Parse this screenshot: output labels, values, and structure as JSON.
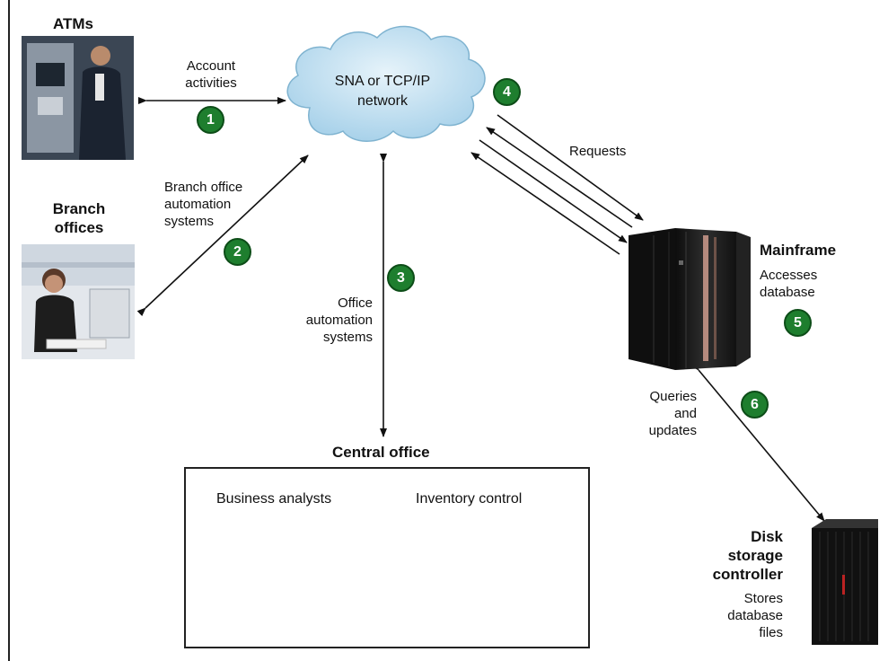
{
  "labels": {
    "atms": "ATMs",
    "branch_offices_1": "Branch",
    "branch_offices_2": "offices",
    "account_1": "Account",
    "account_2": "activities",
    "network_1": "SNA or TCP/IP",
    "network_2": "network",
    "branch_auto_1": "Branch office",
    "branch_auto_2": "automation",
    "branch_auto_3": "systems",
    "office_auto_1": "Office",
    "office_auto_2": "automation",
    "office_auto_3": "systems",
    "requests": "Requests",
    "mainframe": "Mainframe",
    "accesses_1": "Accesses",
    "accesses_2": "database",
    "queries_1": "Queries",
    "queries_2": "and",
    "queries_3": "updates",
    "central_office": "Central office",
    "business_analysts": "Business analysts",
    "inventory_control": "Inventory control",
    "disk_1": "Disk",
    "disk_2": "storage",
    "disk_3": "controller",
    "stores_1": "Stores",
    "stores_2": "database",
    "stores_3": "files"
  },
  "badges": [
    "1",
    "2",
    "3",
    "4",
    "5",
    "6"
  ],
  "colors": {
    "cloud_fill": "#c5e2f2",
    "cloud_edge": "#7fb3d0",
    "badge": "#1e7e2e",
    "mainframe": "#1a1a1a",
    "mainframe_stripe": "#b58a7e"
  }
}
